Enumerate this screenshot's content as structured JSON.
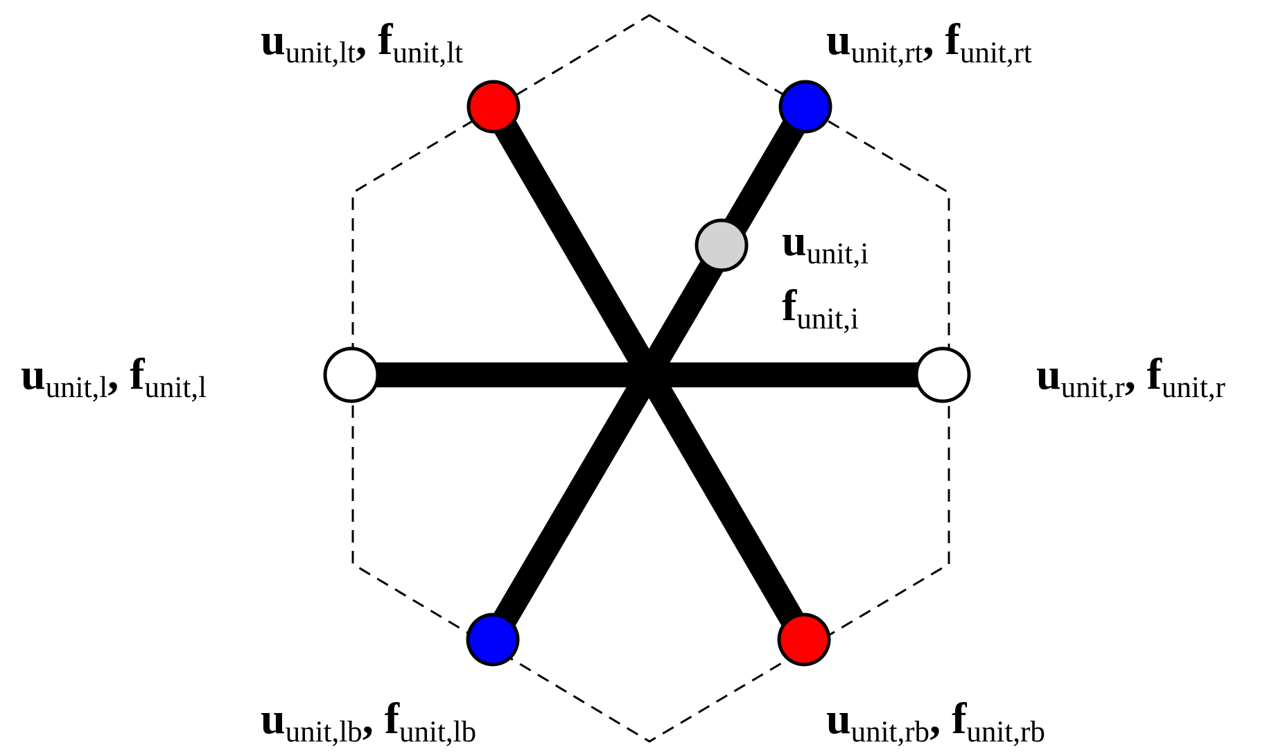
{
  "colors": {
    "background": "#ffffff",
    "line": "#000000",
    "red_node": "#ff0000",
    "blue_node": "#0000ff",
    "white_node": "#ffffff",
    "gray_node": "#d3d3d3"
  },
  "nodes": {
    "lt": {
      "fill": "red",
      "label": {
        "u": "u",
        "u_sub": "unit,lt",
        "sep": ", ",
        "f": "f",
        "f_sub": "unit,lt"
      }
    },
    "rt": {
      "fill": "blue",
      "label": {
        "u": "u",
        "u_sub": "unit,rt",
        "sep": ", ",
        "f": "f",
        "f_sub": "unit,rt"
      }
    },
    "l": {
      "fill": "white",
      "label": {
        "u": "u",
        "u_sub": "unit,l",
        "sep": ", ",
        "f": "f",
        "f_sub": "unit,l"
      }
    },
    "r": {
      "fill": "white",
      "label": {
        "u": "u",
        "u_sub": "unit,r",
        "sep": ", ",
        "f": "f",
        "f_sub": "unit,r"
      }
    },
    "lb": {
      "fill": "blue",
      "label": {
        "u": "u",
        "u_sub": "unit,lb",
        "sep": ", ",
        "f": "f",
        "f_sub": "unit,lb"
      }
    },
    "rb": {
      "fill": "red",
      "label": {
        "u": "u",
        "u_sub": "unit,rb",
        "sep": ", ",
        "f": "f",
        "f_sub": "unit,rb"
      }
    },
    "i": {
      "fill": "gray",
      "label": {
        "u": "u",
        "u_sub": "unit,i",
        "f": "f",
        "f_sub": "unit,i"
      }
    }
  }
}
